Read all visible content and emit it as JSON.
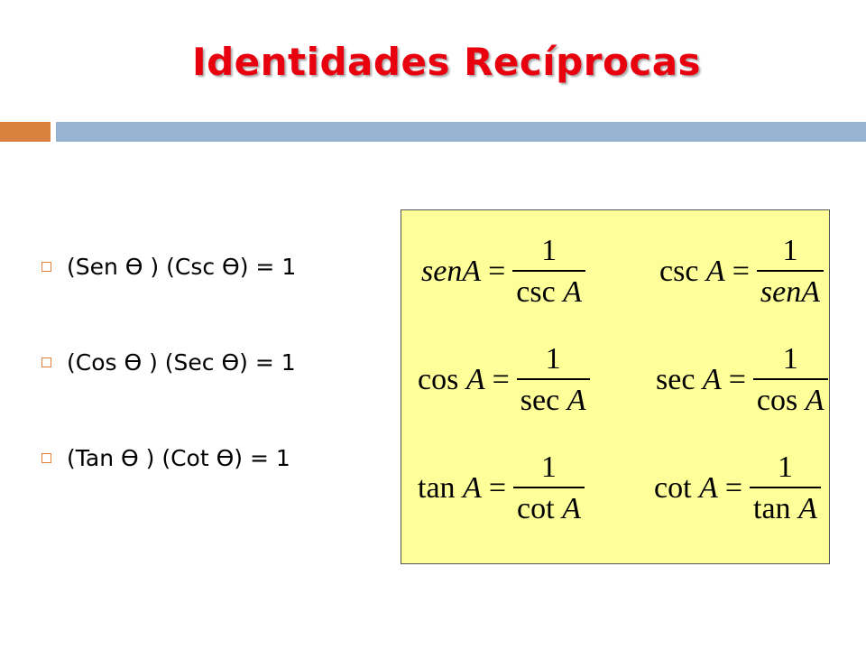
{
  "slide": {
    "title": "Identidades Recíprocas",
    "colors": {
      "title": "#e8000e",
      "bar_left": "#d9823f",
      "bar_right": "#96b4d2",
      "panel_bg": "#ffff99",
      "bullet_marker": "#e0803a"
    },
    "bullets": [
      {
        "text": "(Sen Ө ) (Csc Ө) = 1"
      },
      {
        "text": "(Cos Ө ) (Sec Ө) = 1"
      },
      {
        "text": "(Tan Ө ) (Cot Ө) = 1"
      }
    ],
    "formulas": [
      {
        "lhs_fn": "sen",
        "lhs_var": "A",
        "numerator": "1",
        "den_fn": "csc",
        "den_var": "A"
      },
      {
        "lhs_fn": "csc",
        "lhs_var": "A",
        "numerator": "1",
        "den_fn": "sen",
        "den_var": "A"
      },
      {
        "lhs_fn": "cos",
        "lhs_var": "A",
        "numerator": "1",
        "den_fn": "sec",
        "den_var": "A"
      },
      {
        "lhs_fn": "sec",
        "lhs_var": "A",
        "numerator": "1",
        "den_fn": "cos",
        "den_var": "A"
      },
      {
        "lhs_fn": "tan",
        "lhs_var": "A",
        "numerator": "1",
        "den_fn": "cot",
        "den_var": "A"
      },
      {
        "lhs_fn": "cot",
        "lhs_var": "A",
        "numerator": "1",
        "den_fn": "tan",
        "den_var": "A"
      }
    ],
    "equals_sign": "="
  }
}
